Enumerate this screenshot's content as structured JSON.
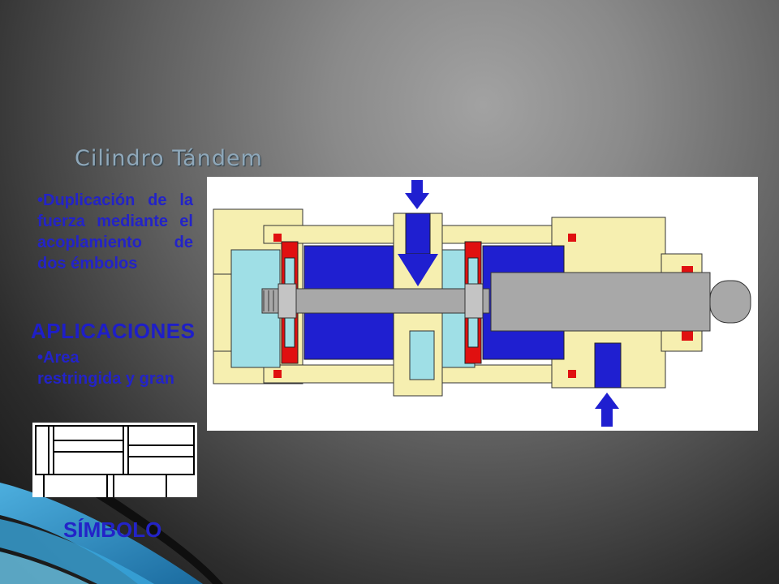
{
  "slide": {
    "title": "Cilindro Tándem",
    "bullet_1": "•Duplicación de la fuerza mediante el acoplamiento de dos émbolos",
    "bullet_2_line_1": "•Area",
    "bullet_2_rest": "restringida y gran",
    "applications_heading": "APLICACIONES",
    "symbol_label": "SÍMBOLO"
  },
  "colors": {
    "title": "#8fa8ba",
    "body_text": "#2323c8",
    "piston_blue": "#1f1fd0",
    "seal_red": "#e01010",
    "housing_cream": "#f6efb0",
    "chamber_cyan": "#9fdfe6",
    "rod_gray": "#a8a8a8"
  },
  "icons": {
    "arrow_top": "down-arrow-icon",
    "arrow_bottom": "up-arrow-icon"
  }
}
